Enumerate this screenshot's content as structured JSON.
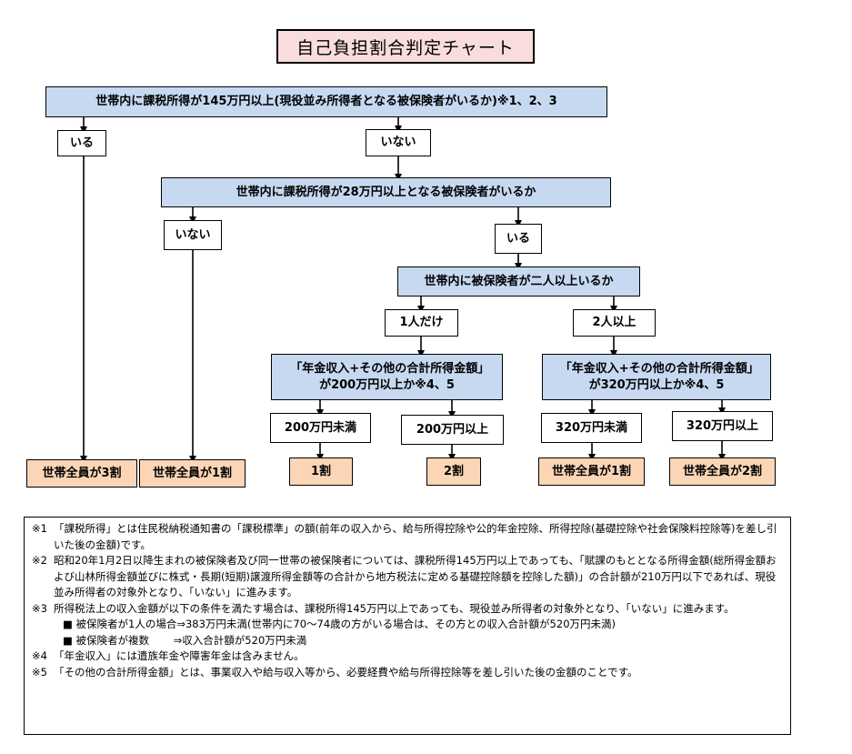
{
  "title": "自己負担割合判定チャート",
  "q1": "世帯内に課税所得が145万円以上(現役並み所得者となる被保険者がいるか)※1、2、3",
  "q1_yes": "いる",
  "q1_no": "いない",
  "q2": "世帯内に課税所得が28万円以上となる被保険者がいるか",
  "q2_no": "いない",
  "q2_yes": "いる",
  "q3": "世帯内に被保険者が二人以上いるか",
  "q3_one": "1人だけ",
  "q3_two": "2人以上",
  "q4a": "「年金収入+その他の合計所得金額」が200万円以上か※4、5",
  "q4b": "「年金収入+その他の合計所得金額」が320万円以上か※4、5",
  "a_under200": "200万円未満",
  "a_over200": "200万円以上",
  "a_under320": "320万円未満",
  "a_over320": "320万円以上",
  "r_all3": "世帯全員が3割",
  "r_all1a": "世帯全員が1割",
  "r_1": "1割",
  "r_2": "2割",
  "r_all1b": "世帯全員が1割",
  "r_all2": "世帯全員が2割",
  "notes": {
    "n1_mark": "※1",
    "n1": "「課税所得」とは住民税納税通知書の「課税標準」の額(前年の収入から、給与所得控除や公的年金控除、所得控除(基礎控除や社会保険料控除等)を差し引いた後の金額)です。",
    "n2_mark": "※2",
    "n2": "昭和20年1月2日以降生まれの被保険者及び同一世帯の被保険者については、課税所得145万円以上であっても、「賦課のもととなる所得金額(総所得金額および山林所得金額並びに株式・長期(短期)譲渡所得金額等の合計から地方税法に定める基礎控除額を控除した額)」の合計額が210万円以下であれば、現役並み所得者の対象外となり、「いない」に進みます。",
    "n3_mark": "※3",
    "n3": "所得税法上の収入金額が以下の条件を満たす場合は、課税所得145万円以上であっても、現役並み所得者の対象外となり、「いない」に進みます。",
    "n3_a": "■ 被保険者が1人の場合⇒383万円未満(世帯内に70～74歳の方がいる場合は、その方との収入合計額が520万円未満)",
    "n3_b": "■ 被保険者が複数　　 ⇒収入合計額が520万円未満",
    "n4_mark": "※4",
    "n4": "「年金収入」には遺族年金や障害年金は含みません。",
    "n5_mark": "※5",
    "n5": "「その他の合計所得金額」とは、事業収入や給与収入等から、必要経費や給与所得控除等を差し引いた後の金額のことです。"
  }
}
